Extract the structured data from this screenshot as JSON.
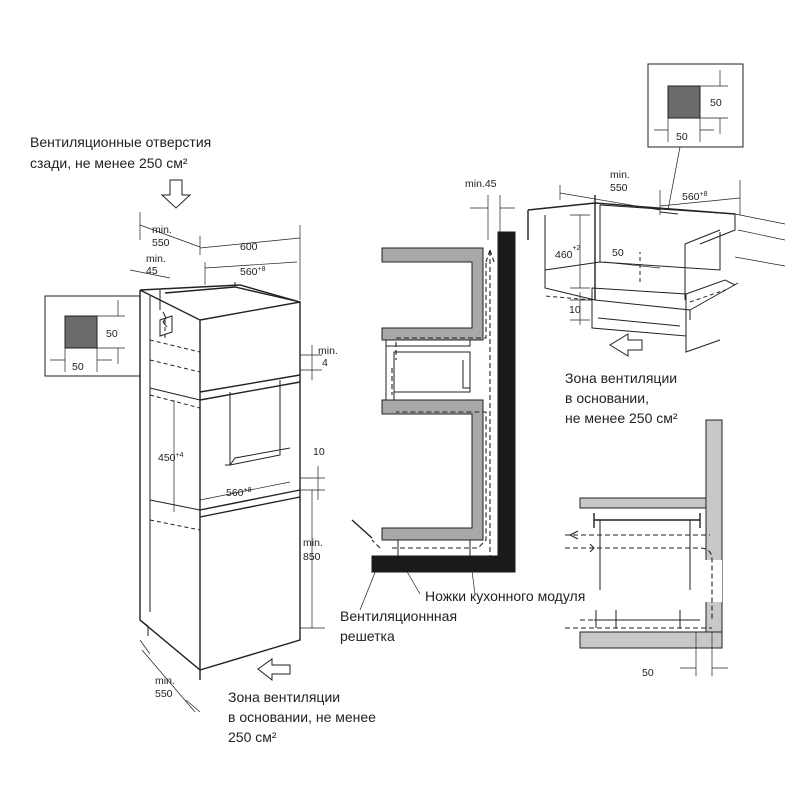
{
  "left_diagram": {
    "top_caption_line1": "Вентиляционные отверстия",
    "top_caption_line2": "сзади, не менее 250 см²",
    "dim_min_label": "min.",
    "dim_depth_550": "550",
    "dim_width_600": "600",
    "dim_min45_label": "min.",
    "dim_45": "45",
    "dim_560_top": "560",
    "dim_560_top_tol": "+8",
    "inset_50_right": "50",
    "inset_50_bottom": "50",
    "dim_min4_label": "min.",
    "dim_4": "4",
    "dim_450": "450",
    "dim_450_tol": "+4",
    "dim_560_mid": "560",
    "dim_560_mid_tol": "+8",
    "dim_10": "10",
    "dim_min850_label": "min.",
    "dim_850": "850",
    "dim_bottom_min_label": "min.",
    "dim_bottom_550": "550",
    "bottom_caption_line1": "Зона вентиляции",
    "bottom_caption_line2": "в основании, не менее",
    "bottom_caption_line3": "250 см²"
  },
  "middle_diagram": {
    "dim_min45": "min.45",
    "label_legs": "Ножки кухонного модуля",
    "label_grill_line1": "Вентиляционнная",
    "label_grill_line2": "решетка"
  },
  "right_top_diagram": {
    "inset_50_right": "50",
    "inset_50_bottom": "50",
    "dim_min_label": "min.",
    "dim_550": "550",
    "dim_560": "560",
    "dim_560_tol": "+8",
    "dim_460": "460",
    "dim_460_tol": "+2",
    "dim_50": "50",
    "dim_10": "10",
    "caption_line1": "Зона вентиляции",
    "caption_line2": "в основании,",
    "caption_line3": "не менее 250 см²"
  },
  "right_bottom_diagram": {
    "dim_50": "50"
  }
}
